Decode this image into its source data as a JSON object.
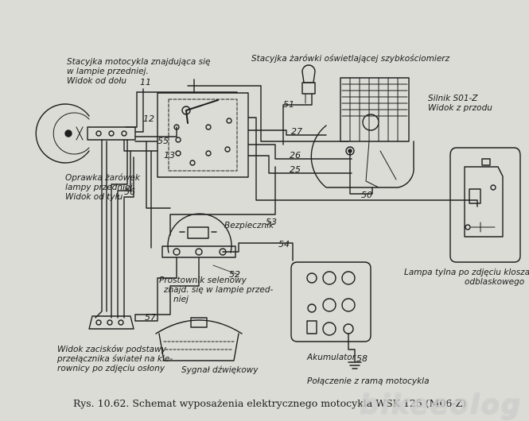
{
  "labels": {
    "switch_title": [
      "Stacyjka motocykla znajdująca się",
      "w lampie przedniej.",
      "Widok od dołu"
    ],
    "speedo_switch": "Stacyjka żarówki oświetlającej szybkościomierz",
    "engine": [
      "Silnik S01-Z",
      "Widok z przodu"
    ],
    "lamp_front": [
      "Oprawka żarówek",
      "lampy przedniej",
      "Widok od tyłu"
    ],
    "fuse": "Bezpiecznik",
    "rectifier": [
      "Prostownik selenowy",
      "znajd. się w lampie przed-",
      "niej"
    ],
    "tail_lamp": [
      "Lampa tylna po zdjęciu klosza",
      "odblaskowego"
    ],
    "terminals": [
      "Widok zacisków podstawy",
      "przełącznika świateł na kie-",
      "rownicy po zdjęciu osłony"
    ],
    "horn": "Sygnał dźwiękowy",
    "battery": "Akumulator",
    "ground": "Połączenie z ramą motocykla"
  },
  "wire_numbers": {
    "w11": "11",
    "w12": "12",
    "w13": "13",
    "w25": "25",
    "w26": "26",
    "w27": "27",
    "w50": "50",
    "w51": "51",
    "w52": "52",
    "w53": "53",
    "w54": "54",
    "w55": "55",
    "w56": "56",
    "w57": "57",
    "w58": "58"
  },
  "caption": "Rys. 10.62. Schemat wyposażenia elektrycznego motocykla WSK 125 (M06-Z)",
  "watermark": "bikeeolog"
}
